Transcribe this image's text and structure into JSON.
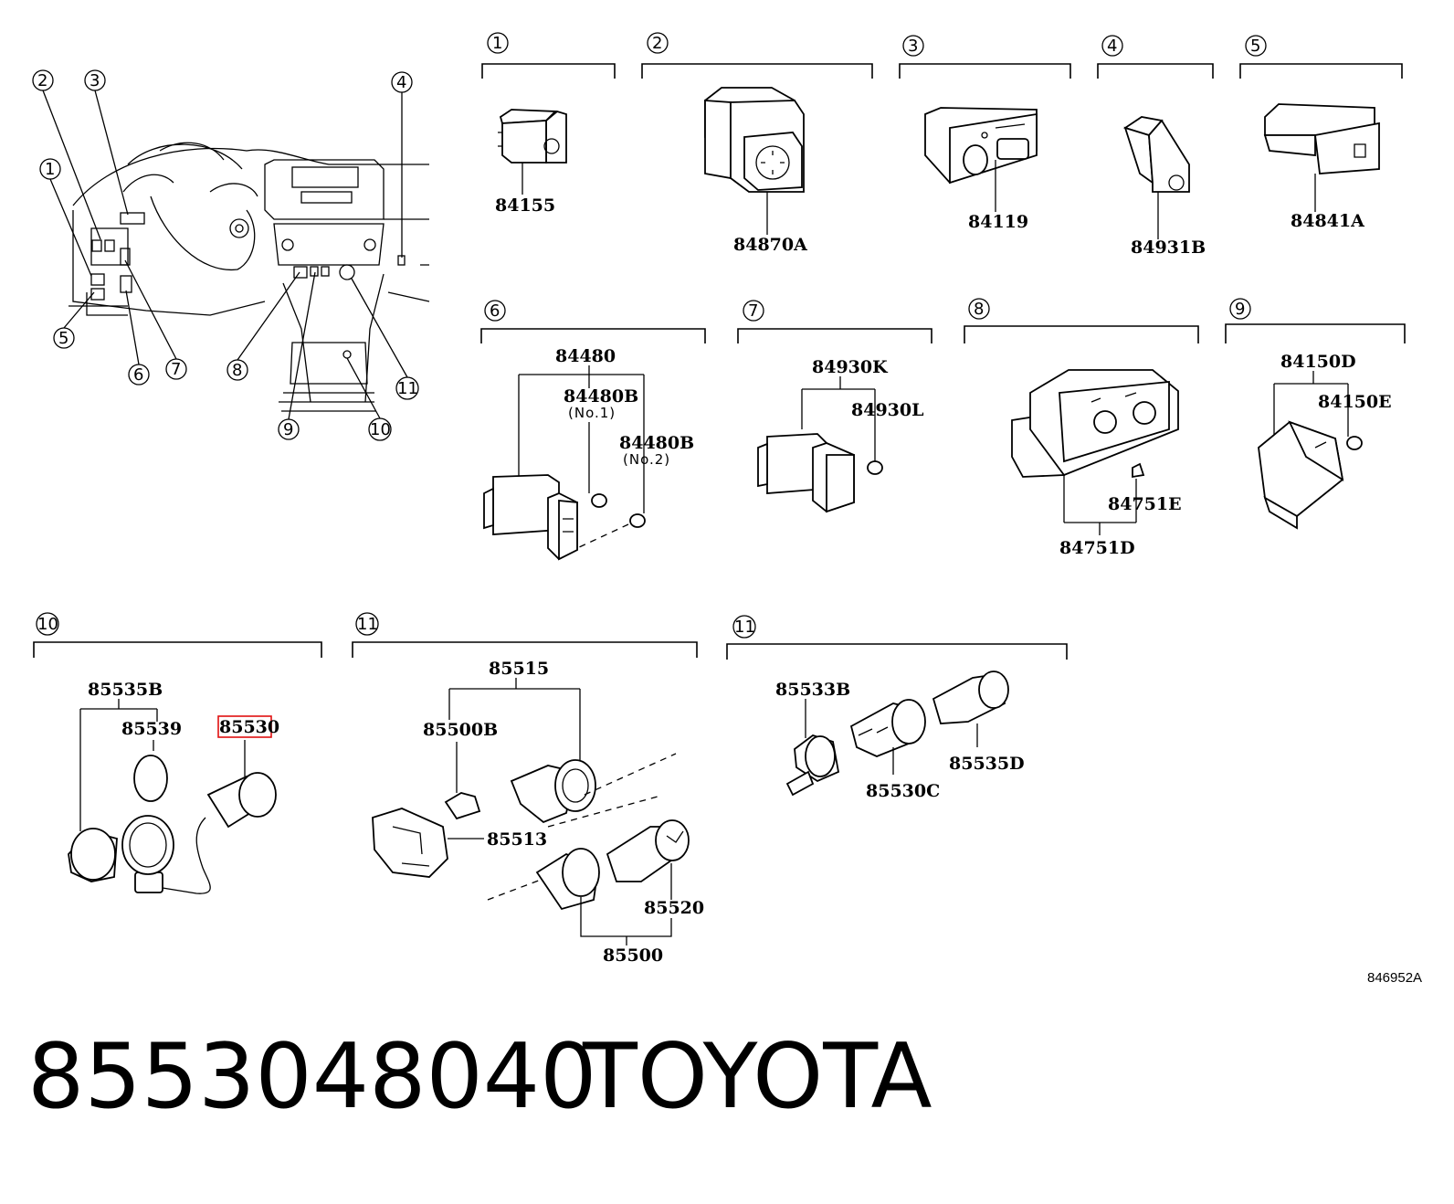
{
  "callouts": [
    "1",
    "2",
    "3",
    "4",
    "5",
    "6",
    "7",
    "8",
    "9",
    "10",
    "11"
  ],
  "groups": {
    "g1": {
      "num": "1",
      "parts": [
        "84155"
      ]
    },
    "g2": {
      "num": "2",
      "parts": [
        "84870A"
      ]
    },
    "g3": {
      "num": "3",
      "parts": [
        "84119"
      ]
    },
    "g4": {
      "num": "4",
      "parts": [
        "84931B"
      ]
    },
    "g5": {
      "num": "5",
      "parts": [
        "84841A"
      ]
    },
    "g6": {
      "num": "6",
      "parts": [
        "84480",
        "84480B",
        "84480B"
      ],
      "notes": [
        "(No.1)",
        "(No.2)"
      ]
    },
    "g7": {
      "num": "7",
      "parts": [
        "84930K",
        "84930L"
      ]
    },
    "g8": {
      "num": "8",
      "parts": [
        "84751E",
        "84751D"
      ]
    },
    "g9": {
      "num": "9",
      "parts": [
        "84150D",
        "84150E"
      ]
    },
    "g10": {
      "num": "10",
      "parts": [
        "85535B",
        "85539",
        "85530"
      ]
    },
    "g11a": {
      "num": "11",
      "parts": [
        "85515",
        "85500B",
        "85513",
        "85520",
        "85500"
      ]
    },
    "g11b": {
      "num": "11",
      "parts": [
        "85533B",
        "85530C",
        "85535D"
      ]
    }
  },
  "highlighted_part": "85530",
  "drawing_id": "846952A",
  "part_number": "8553048040",
  "brand": "TOYOTA"
}
